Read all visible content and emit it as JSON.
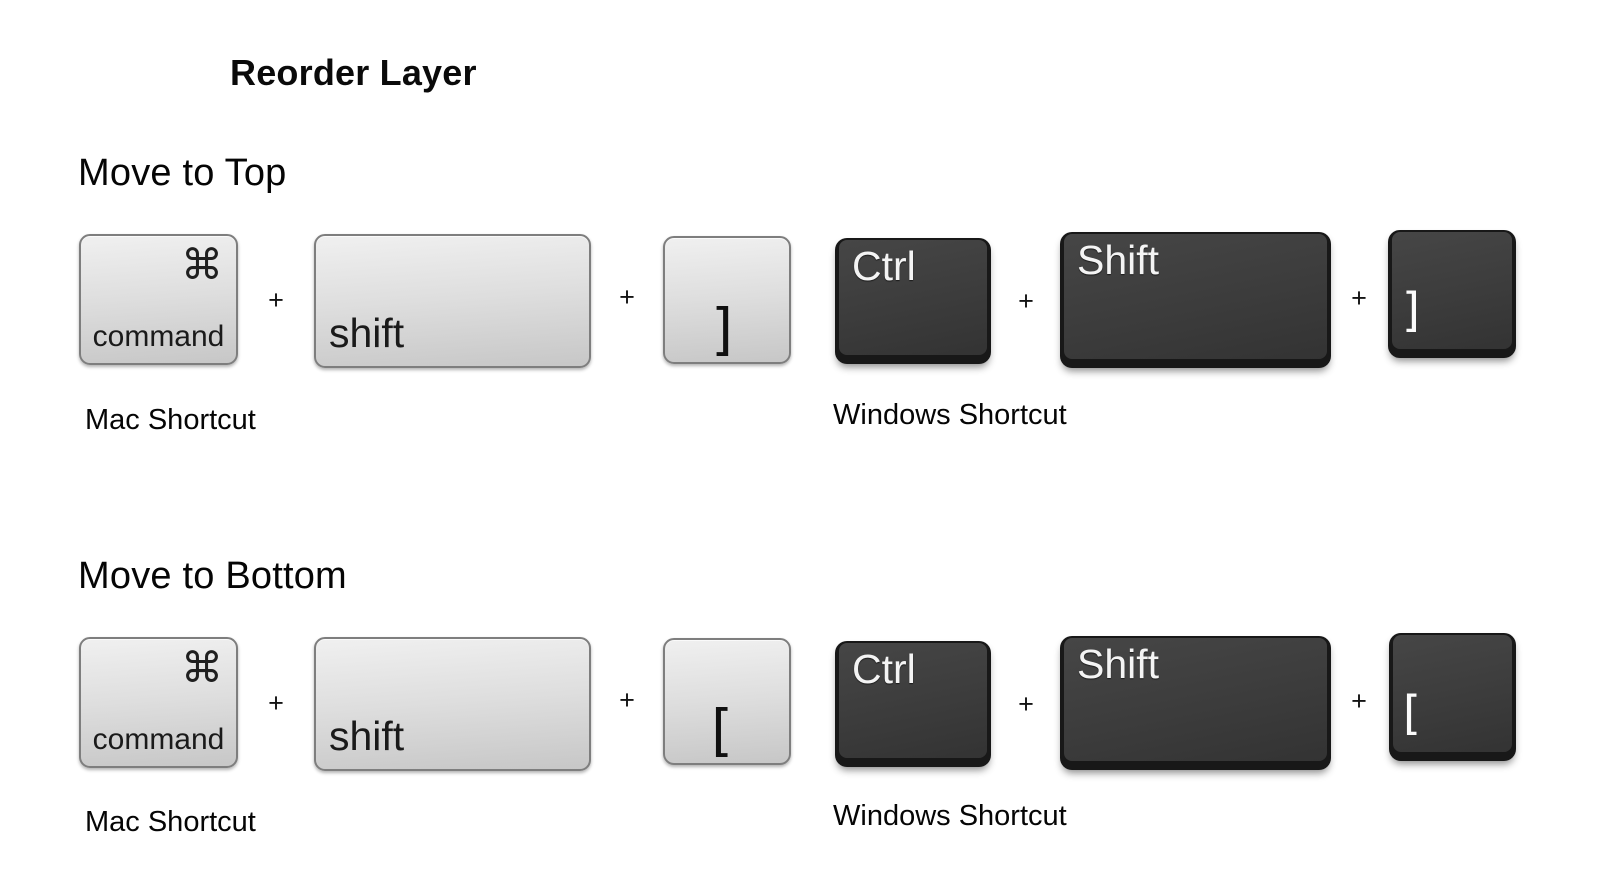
{
  "page": {
    "title": "Reorder Layer"
  },
  "colors": {
    "background": "#ffffff",
    "mac_key_top": "#f0f0f0",
    "mac_key_bottom": "#c7c7c7",
    "mac_key_border": "#7e7e7e",
    "mac_key_text": "#1a1a1a",
    "win_key_face": "#3c3c3c",
    "win_key_base": "#181818",
    "win_key_text": "#f4f4f4",
    "label_text": "#050505"
  },
  "sections": [
    {
      "heading": "Move to Top",
      "mac": {
        "caption": "Mac Shortcut",
        "plus": "+",
        "keys": [
          {
            "name": "command",
            "symbol": "⌘",
            "label": "command"
          },
          {
            "name": "shift",
            "label": "shift"
          },
          {
            "name": "right-bracket",
            "label": "]"
          }
        ]
      },
      "windows": {
        "caption": "Windows Shortcut",
        "plus": "+",
        "keys": [
          {
            "name": "ctrl",
            "label": "Ctrl"
          },
          {
            "name": "shift",
            "label": "Shift"
          },
          {
            "name": "right-bracket",
            "label": "]"
          }
        ]
      }
    },
    {
      "heading": "Move to Bottom",
      "mac": {
        "caption": "Mac Shortcut",
        "plus": "+",
        "keys": [
          {
            "name": "command",
            "symbol": "⌘",
            "label": "command"
          },
          {
            "name": "shift",
            "label": "shift"
          },
          {
            "name": "left-bracket",
            "label": "["
          }
        ]
      },
      "windows": {
        "caption": "Windows Shortcut",
        "plus": "+",
        "keys": [
          {
            "name": "ctrl",
            "label": "Ctrl"
          },
          {
            "name": "shift",
            "label": "Shift"
          },
          {
            "name": "left-bracket",
            "label": "["
          }
        ]
      }
    }
  ]
}
